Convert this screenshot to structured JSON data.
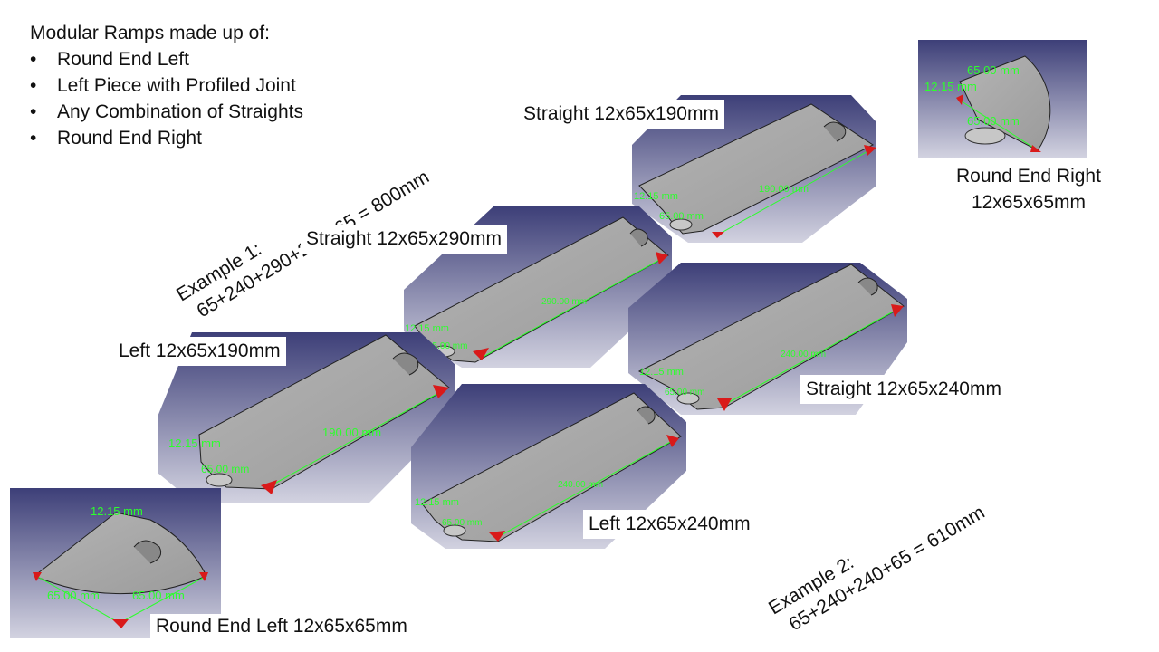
{
  "intro": {
    "heading": "Modular Ramps made up of:",
    "items": [
      "Round End Left",
      "Left Piece with Profiled Joint",
      "Any Combination of Straights",
      "Round End Right"
    ]
  },
  "example1": {
    "title": "Example 1:",
    "sum": "65+240+290+240+65 = 800mm"
  },
  "example2": {
    "title": "Example 2:",
    "sum": "65+240+240+65 = 610mm"
  },
  "labels": {
    "straight190": "Straight 12x65x190mm",
    "straight290": "Straight 12x65x290mm",
    "straight240": "Straight 12x65x240mm",
    "left190": "Left 12x65x190mm",
    "left240": "Left 12x65x240mm",
    "round_right_1": "Round End Right",
    "round_right_2": "12x65x65mm",
    "round_left": "Round End Left 12x65x65mm"
  },
  "dims": {
    "d12": "12.15 mm",
    "d65": "65.00 mm",
    "d190": "190.00 mm",
    "d290": "290.00 mm",
    "d240": "240.00 mm"
  },
  "colors": {
    "viewport_top": "#3d3f78",
    "viewport_bottom": "#d2d2e0",
    "part_fill": "#a9a9a9",
    "dimension": "#2cff2c",
    "marker": "#d91a1a"
  }
}
